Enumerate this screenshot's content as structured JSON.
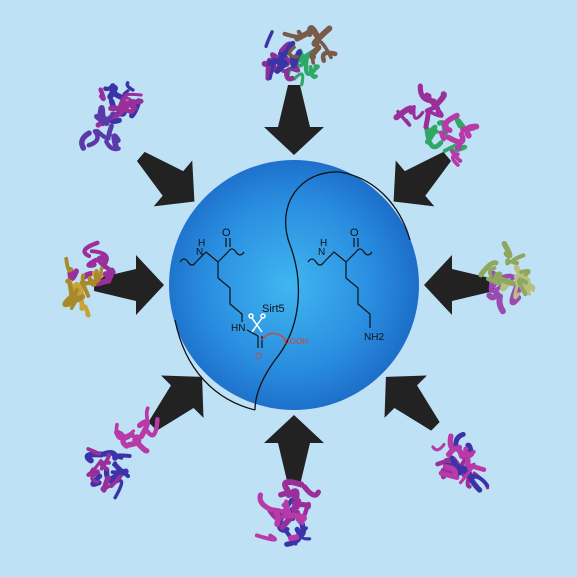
{
  "colors": {
    "background": "#bfe1f6",
    "sphere_center": "#3fb1ee",
    "sphere_edge": "#1a6fc9",
    "arrow": "#222222",
    "ink": "#111111",
    "modification": "#d8412f"
  },
  "center_label": "Sirt5",
  "left_structure": {
    "backbone_nh": "H\nN",
    "carbonyl_o": "O",
    "side_chain_nh": "HN",
    "acyl_o": "O",
    "acyl_group": "COOH"
  },
  "right_structure": {
    "backbone_nh": "H\nN",
    "carbonyl_o": "O",
    "terminal_amine": "NH2"
  },
  "protein_clusters": [
    {
      "direction": "top",
      "colors": [
        "#2fa866",
        "#8b2f99",
        "#3a34a8",
        "#7a5a49"
      ]
    },
    {
      "direction": "top-right",
      "colors": [
        "#2fa866",
        "#9a2f9a",
        "#b83aa8"
      ]
    },
    {
      "direction": "right",
      "colors": [
        "#9a4ab0",
        "#b8c080",
        "#8fa860"
      ]
    },
    {
      "direction": "bottom-right",
      "colors": [
        "#9a2f9a",
        "#3a34a8",
        "#b83aa8"
      ]
    },
    {
      "direction": "bottom",
      "colors": [
        "#3a34a8",
        "#9a2f9a",
        "#b83aa8"
      ]
    },
    {
      "direction": "bottom-left",
      "colors": [
        "#3a34a8",
        "#9a2f9a",
        "#b83aa8"
      ]
    },
    {
      "direction": "left",
      "colors": [
        "#9a2f9a",
        "#c9a33a",
        "#a88a2a"
      ]
    },
    {
      "direction": "top-left",
      "colors": [
        "#3a34a8",
        "#9a2f9a",
        "#5a3aa8"
      ]
    }
  ]
}
